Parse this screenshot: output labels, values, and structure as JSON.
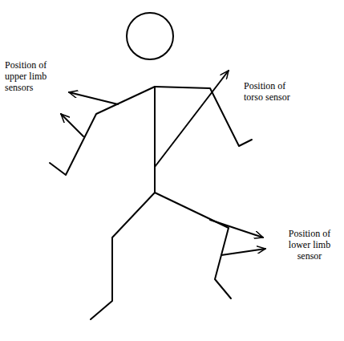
{
  "diagram": {
    "labels": [
      "Position of upper limb sensors",
      "Position of torso sensor",
      "Position of lower limb sensor"
    ]
  }
}
